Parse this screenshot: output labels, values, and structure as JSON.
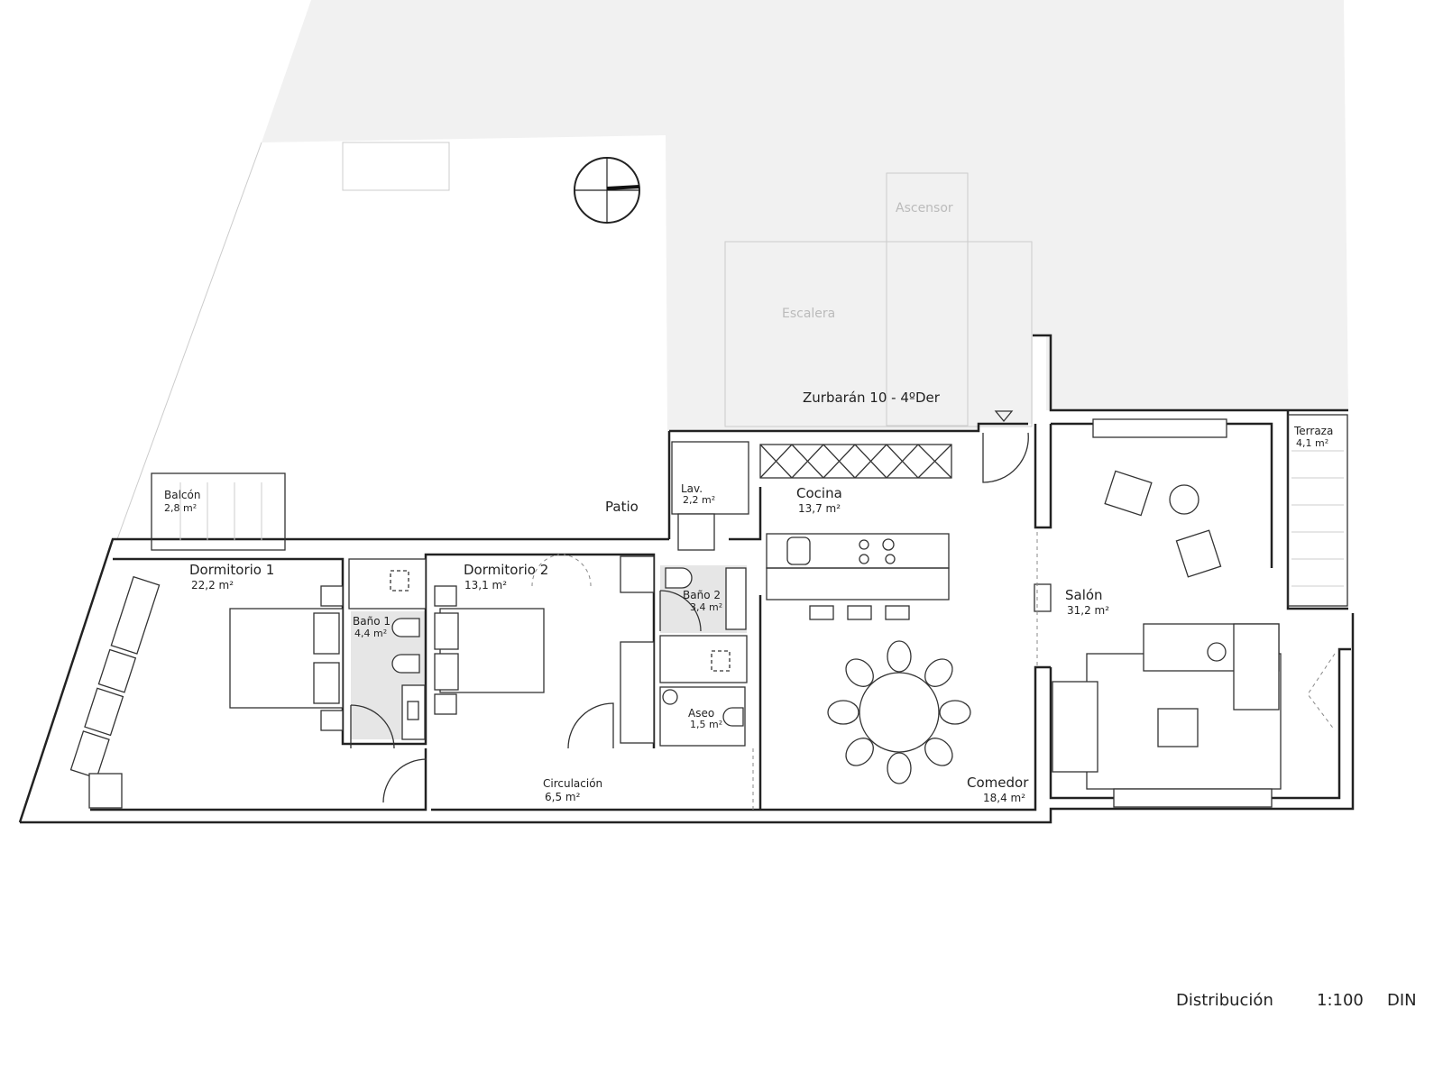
{
  "plan": {
    "address": "Zurbarán 10 - 4ºDer",
    "common_areas": {
      "stair": "Escalera",
      "lift": "Ascensor"
    },
    "patio": "Patio",
    "rooms": [
      {
        "name": "Balcón",
        "area": "2,8 m²"
      },
      {
        "name": "Dormitorio 1",
        "area": "22,2 m²"
      },
      {
        "name": "Baño 1",
        "area": "4,4 m²"
      },
      {
        "name": "Dormitorio 2",
        "area": "13,1 m²"
      },
      {
        "name": "Lav.",
        "area": "2,2 m²"
      },
      {
        "name": "Baño 2",
        "area": "3,4 m²"
      },
      {
        "name": "Aseo",
        "area": "1,5 m²"
      },
      {
        "name": "Cocina",
        "area": "13,7 m²"
      },
      {
        "name": "Circulación",
        "area": "6,5 m²"
      },
      {
        "name": "Comedor",
        "area": "18,4 m²"
      },
      {
        "name": "Salón",
        "area": "31,2 m²"
      },
      {
        "name": "Terraza",
        "area": "4,1 m²"
      }
    ]
  },
  "footer": {
    "title": "Distribución",
    "scale": "1:100",
    "sheet": "DIN"
  },
  "colors": {
    "common_area_fill": "#f1f1f1",
    "wet_area_fill": "#e6e6e6",
    "line": "#222222"
  }
}
